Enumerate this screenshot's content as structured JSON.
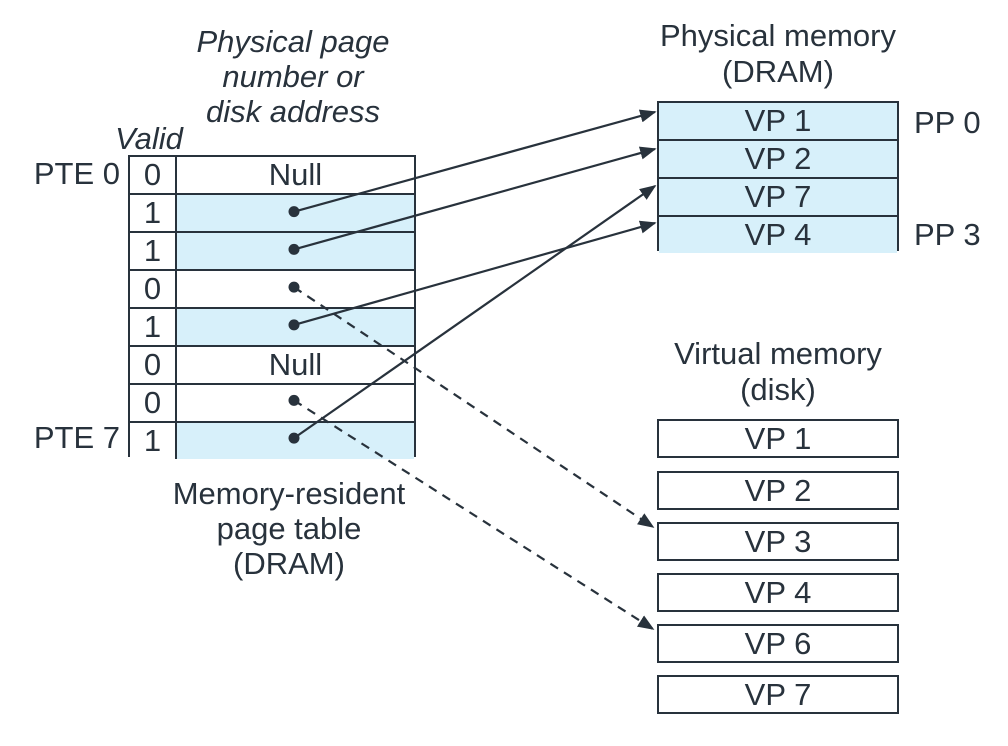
{
  "colors": {
    "ink": "#28323c",
    "highlight": "#d7f0fa",
    "box_fill": "#ffffff"
  },
  "page_table": {
    "column_title": "Physical page\nnumber or\ndisk address",
    "valid_label": "Valid",
    "first_row_label": "PTE 0",
    "last_row_label": "PTE 7",
    "caption": "Memory-resident\npage table\n(DRAM)",
    "rows": [
      {
        "valid": "0",
        "value": "Null",
        "highlighted": false,
        "dot": false
      },
      {
        "valid": "1",
        "value": "",
        "highlighted": true,
        "dot": true
      },
      {
        "valid": "1",
        "value": "",
        "highlighted": true,
        "dot": true
      },
      {
        "valid": "0",
        "value": "",
        "highlighted": false,
        "dot": true
      },
      {
        "valid": "1",
        "value": "",
        "highlighted": true,
        "dot": true
      },
      {
        "valid": "0",
        "value": "Null",
        "highlighted": false,
        "dot": false
      },
      {
        "valid": "0",
        "value": "",
        "highlighted": false,
        "dot": true
      },
      {
        "valid": "1",
        "value": "",
        "highlighted": true,
        "dot": true
      }
    ]
  },
  "physical_memory": {
    "title": "Physical memory\n(DRAM)",
    "pages": [
      "VP 1",
      "VP 2",
      "VP 7",
      "VP 4"
    ],
    "pp_first_label": "PP 0",
    "pp_last_label": "PP 3"
  },
  "virtual_memory": {
    "title": "Virtual memory\n(disk)",
    "pages": [
      "VP 1",
      "VP 2",
      "VP 3",
      "VP 4",
      "VP 6",
      "VP 7"
    ]
  },
  "mappings": [
    {
      "pte": 1,
      "target": "physical",
      "slot": 0,
      "style": "solid"
    },
    {
      "pte": 2,
      "target": "physical",
      "slot": 1,
      "style": "solid"
    },
    {
      "pte": 7,
      "target": "physical",
      "slot": 2,
      "style": "solid"
    },
    {
      "pte": 4,
      "target": "physical",
      "slot": 3,
      "style": "solid"
    },
    {
      "pte": 3,
      "target": "virtual",
      "slot": 2,
      "style": "dashed"
    },
    {
      "pte": 6,
      "target": "virtual",
      "slot": 4,
      "style": "dashed"
    }
  ]
}
